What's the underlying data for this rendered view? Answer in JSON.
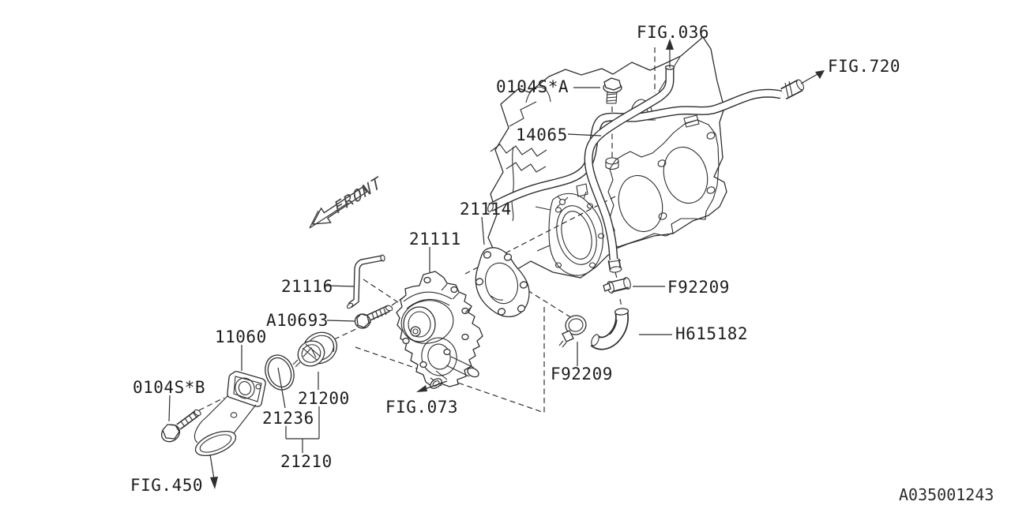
{
  "diagram": {
    "type": "engine-water-pump-parts-diagram",
    "watermark": "A035001243",
    "front_indicator": "FRONT",
    "colors": {
      "background": "#ffffff",
      "line": "#2e2e2e",
      "text": "#1d1d1d"
    },
    "figure_refs": {
      "fig036": "FIG.036",
      "fig720": "FIG.720",
      "fig450": "FIG.450",
      "fig073": "FIG.073"
    },
    "parts": {
      "bolt_a": "0104S*A",
      "water_pipe": "14065",
      "pump_gasket": "21114",
      "water_pump": "21111",
      "water_pipe_sub": "21116",
      "bolt_pump": "A10693",
      "water_inlet": "11060",
      "bolt_b": "0104S*B",
      "thermostat_gasket": "21236",
      "thermostat": "21200",
      "thermostat_assy": "21210",
      "clamp_upper": "F92209",
      "hose": "H615182",
      "clamp_lower": "F92209"
    }
  }
}
